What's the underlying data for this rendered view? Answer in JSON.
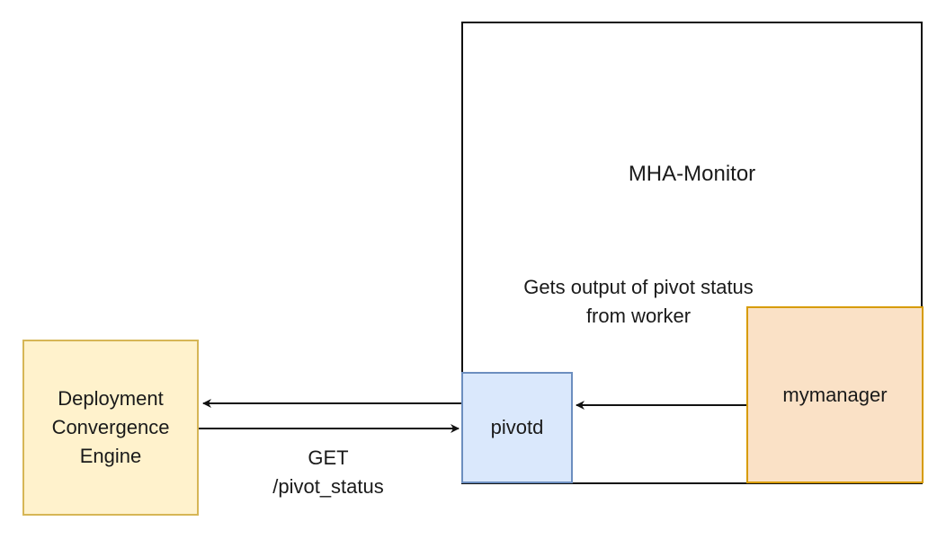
{
  "nodes": {
    "monitor": {
      "label": "MHA-Monitor",
      "fill": "#ffffff",
      "stroke": "#111111"
    },
    "engine": {
      "label": "Deployment Convergence Engine",
      "fill": "#fff2cc",
      "stroke": "#d6b656"
    },
    "pivotd": {
      "label": "pivotd",
      "fill": "#dae8fc",
      "stroke": "#6c8ebf"
    },
    "manager": {
      "label": "mymanager",
      "fill": "#fae1c6",
      "stroke": "#d79b00"
    }
  },
  "edges": {
    "get_label": "GET /pivot_status",
    "output_label": "Gets output of pivot status from worker"
  }
}
